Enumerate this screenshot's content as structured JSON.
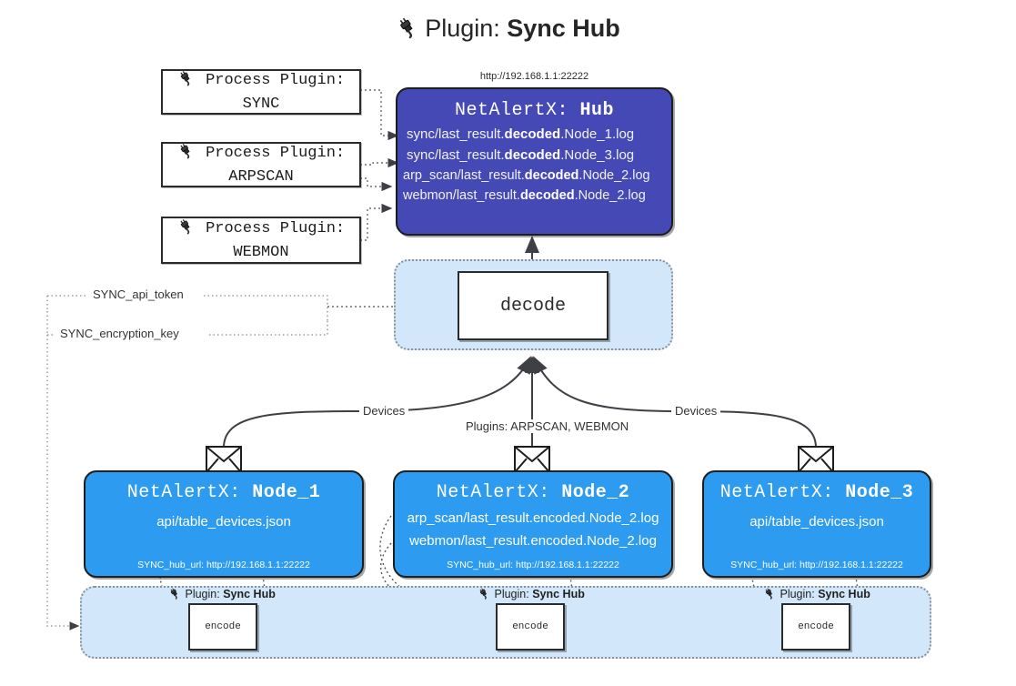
{
  "page": {
    "title_prefix": "Plugin: ",
    "title_name": "Sync Hub",
    "icon": "plug-icon"
  },
  "hub": {
    "url_caption": "http://192.168.1.1:22222",
    "title_prefix": "NetAlertX: ",
    "title_name": "Hub",
    "logs": [
      {
        "pre": "sync/last_result.",
        "mid": "decoded",
        "post": ".Node_1.log"
      },
      {
        "pre": "sync/last_result.",
        "mid": "decoded",
        "post": ".Node_3.log"
      },
      {
        "pre": "arp_scan/last_result.",
        "mid": "decoded",
        "post": ".Node_2.log"
      },
      {
        "pre": "webmon/last_result.",
        "mid": "decoded",
        "post": ".Node_2.log"
      }
    ]
  },
  "process_plugins": [
    {
      "label": "Process Plugin:",
      "name": "SYNC",
      "icon": "plug-icon"
    },
    {
      "label": "Process Plugin:",
      "name": "ARPSCAN",
      "icon": "plug-icon"
    },
    {
      "label": "Process Plugin:",
      "name": "WEBMON",
      "icon": "plug-icon"
    }
  ],
  "decode": {
    "label": "decode"
  },
  "settings": {
    "api_token": "SYNC_api_token",
    "encryption_key": "SYNC_encryption_key"
  },
  "edges": {
    "devices_left": "Devices",
    "devices_right": "Devices",
    "plugins_center": "Plugins: ARPSCAN, WEBMON"
  },
  "nodes": [
    {
      "title_prefix": "NetAlertX: ",
      "title_name": "Node_1",
      "icon": "envelope-icon",
      "lines": [
        "api/table_devices.json"
      ],
      "hub_url": "SYNC_hub_url: http://192.168.1.1:22222",
      "panel_label_prefix": "Plugin: ",
      "panel_label_name": "Sync Hub",
      "encode_label": "encode"
    },
    {
      "title_prefix": "NetAlertX: ",
      "title_name": "Node_2",
      "icon": "envelope-icon",
      "lines": [
        "arp_scan/last_result.encoded.Node_2.log",
        "webmon/last_result.encoded.Node_2.log"
      ],
      "hub_url": "SYNC_hub_url: http://192.168.1.1:22222",
      "panel_label_prefix": "Plugin: ",
      "panel_label_name": "Sync Hub",
      "encode_label": "encode"
    },
    {
      "title_prefix": "NetAlertX: ",
      "title_name": "Node_3",
      "icon": "envelope-icon",
      "lines": [
        "api/table_devices.json"
      ],
      "hub_url": "SYNC_hub_url: http://192.168.1.1:22222",
      "panel_label_prefix": "Plugin: ",
      "panel_label_name": "Sync Hub",
      "encode_label": "encode"
    }
  ],
  "colors": {
    "hub": "#4449b5",
    "node": "#2d9bf0",
    "panel": "#d2e8fa",
    "stroke": "#2b2b2b"
  }
}
